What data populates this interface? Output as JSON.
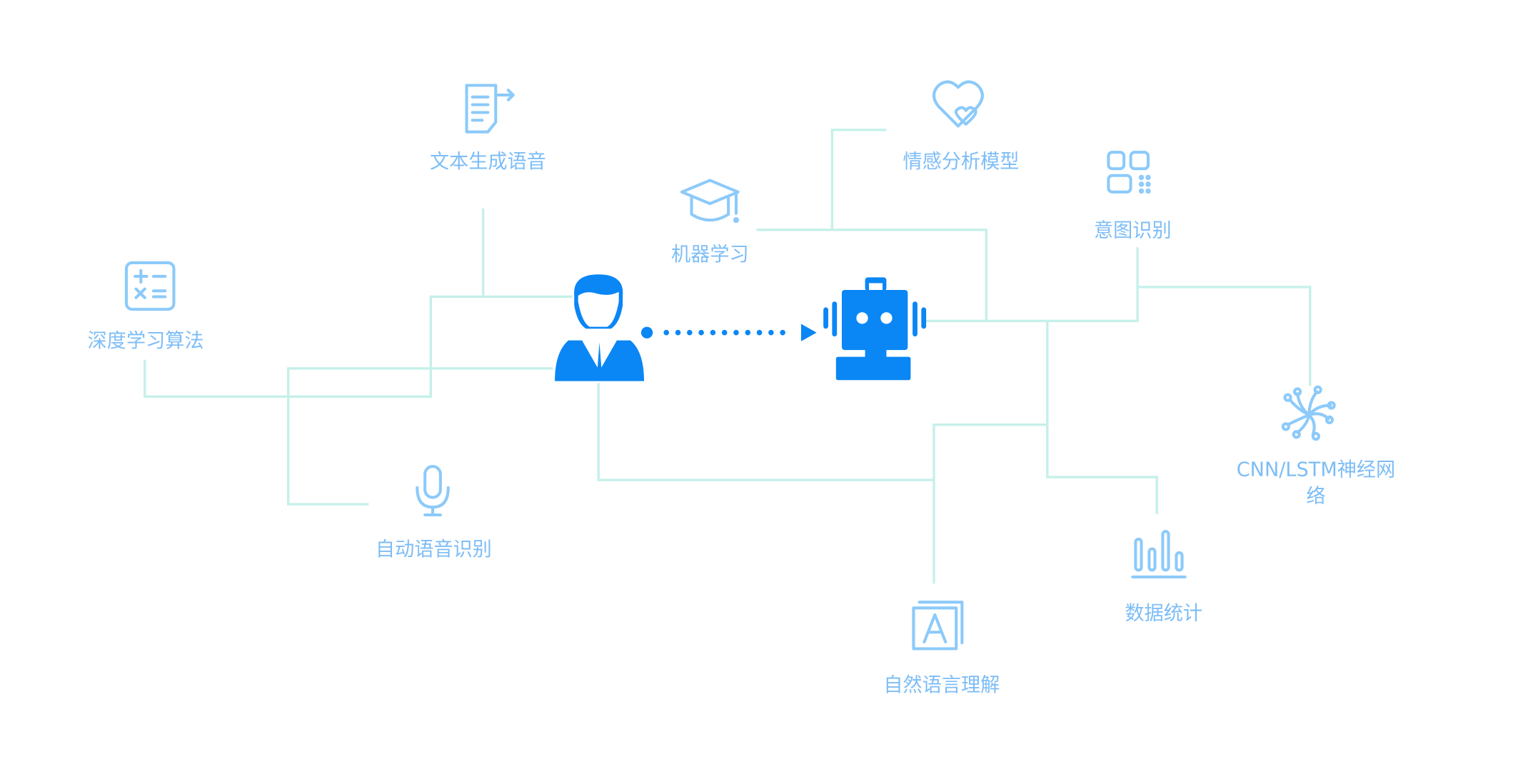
{
  "nodes": {
    "tts": "文本生成语音",
    "deep_learning": "深度学习算法",
    "machine_learning": "机器学习",
    "sentiment": "情感分析模型",
    "intent": "意图识别",
    "cnn_lstm_line1": "CNN/LSTM神经网",
    "cnn_lstm_line2": "络",
    "statistics": "数据统计",
    "nlu": "自然语言理解",
    "asr": "自动语音识别"
  },
  "colors": {
    "primary": "#0a86f5",
    "icon": "#8ccafa",
    "label": "#7dbdf6",
    "connector": "#c6f0ea"
  }
}
